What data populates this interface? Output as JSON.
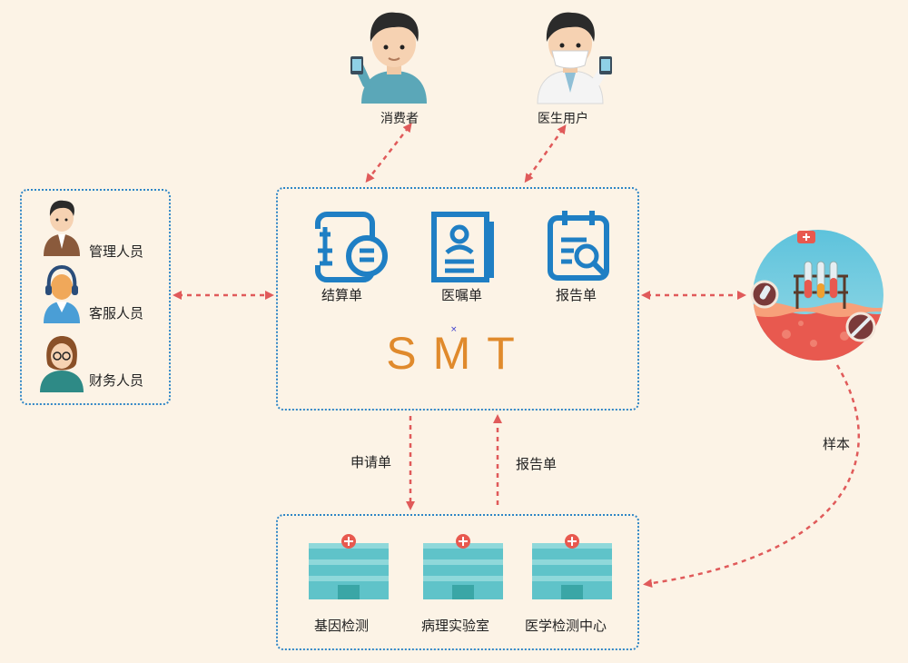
{
  "top": {
    "consumer_label": "消费者",
    "doctor_label": "医生用户"
  },
  "staff": {
    "items": [
      {
        "label": "管理人员"
      },
      {
        "label": "客服人员"
      },
      {
        "label": "财务人员"
      }
    ]
  },
  "center": {
    "docs": [
      {
        "label": "结算单"
      },
      {
        "label": "医嘱单"
      },
      {
        "label": "报告单"
      }
    ],
    "title": "SMT"
  },
  "flows": {
    "request_label": "申请单",
    "report_label": "报告单",
    "sample_label": "样本"
  },
  "labs": {
    "items": [
      {
        "label": "基因检测"
      },
      {
        "label": "病理实验室"
      },
      {
        "label": "医学检测中心"
      }
    ]
  },
  "colors": {
    "box_border": "#2f86c6",
    "arrow": "#e05a5a",
    "title": "#e08a2c",
    "icon_blue": "#1f7fc4",
    "building_teal": "#5fc3c9"
  }
}
